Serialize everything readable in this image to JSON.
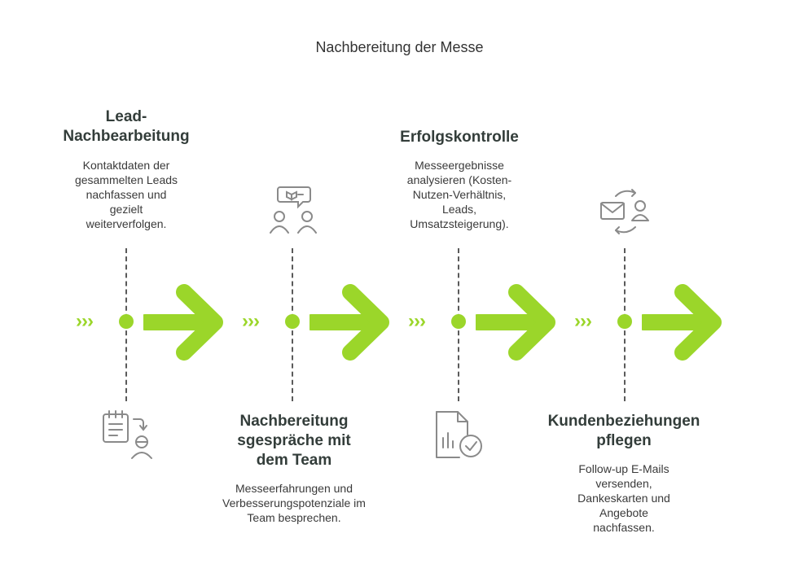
{
  "title": "Nachbereitung der Messe",
  "colors": {
    "accent": "#9bd62a",
    "line": "#5a5a5a",
    "icon": "#8a8a8a"
  },
  "steps": [
    {
      "title": "Lead-\nNachbearbeitung",
      "description": "Kontaktdaten der gesammelten Leads nachfassen und gezielt weiterverfolgen.",
      "icon": "clipboard-person-icon",
      "text_position": "top"
    },
    {
      "title": "Nachbereitung sgespräche mit dem Team",
      "description": "Messeerfahrungen und Verbesserungspotenziale im Team besprechen.",
      "icon": "team-discussion-icon",
      "text_position": "bottom"
    },
    {
      "title": "Erfolgskontrolle",
      "description": "Messeergebnisse analysieren (Kosten-Nutzen-Verhältnis, Leads, Umsatzsteigerung).",
      "icon": "report-check-icon",
      "text_position": "top"
    },
    {
      "title": "Kundenbeziehungen pflegen",
      "description": "Follow-up E-Mails versenden, Dankeskarten und Angebote nachfassen.",
      "icon": "mail-contact-sync-icon",
      "text_position": "bottom"
    }
  ]
}
